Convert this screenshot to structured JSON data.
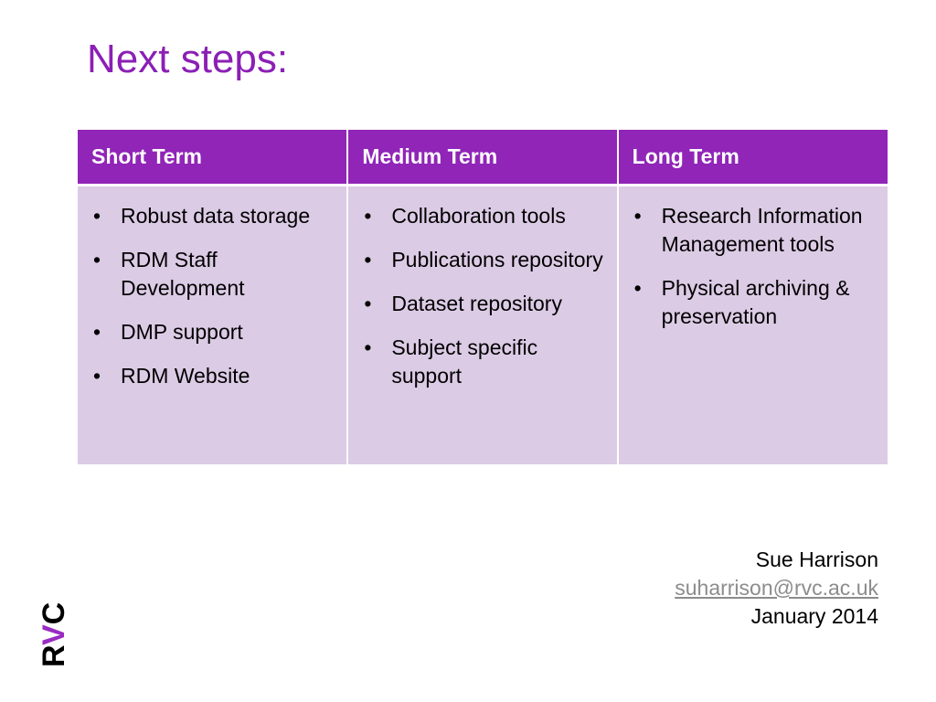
{
  "slide": {
    "title": "Next steps:"
  },
  "table": {
    "columns": [
      {
        "header": "Short Term",
        "items": [
          "Robust data storage",
          "RDM Staff Development",
          "DMP support",
          "RDM Website"
        ]
      },
      {
        "header": "Medium Term",
        "items": [
          "Collaboration tools",
          "Publications repository",
          "Dataset repository",
          "Subject specific support"
        ]
      },
      {
        "header": "Long Term",
        "items": [
          "Research Information Management tools",
          "Physical archiving & preservation"
        ]
      }
    ],
    "bullet_char": "•"
  },
  "contact": {
    "name": "Sue Harrison",
    "email": "suharrison@rvc.ac.uk",
    "date": "January 2014"
  },
  "logo": {
    "text": "RVC",
    "colors": {
      "dark": "#000000",
      "accent": "#9a2bc1"
    }
  },
  "colors": {
    "title": "#8b1fb5",
    "header_bg": "#9025b7",
    "cell_bg": "#dccbe5",
    "link": "#8c8c8c"
  }
}
